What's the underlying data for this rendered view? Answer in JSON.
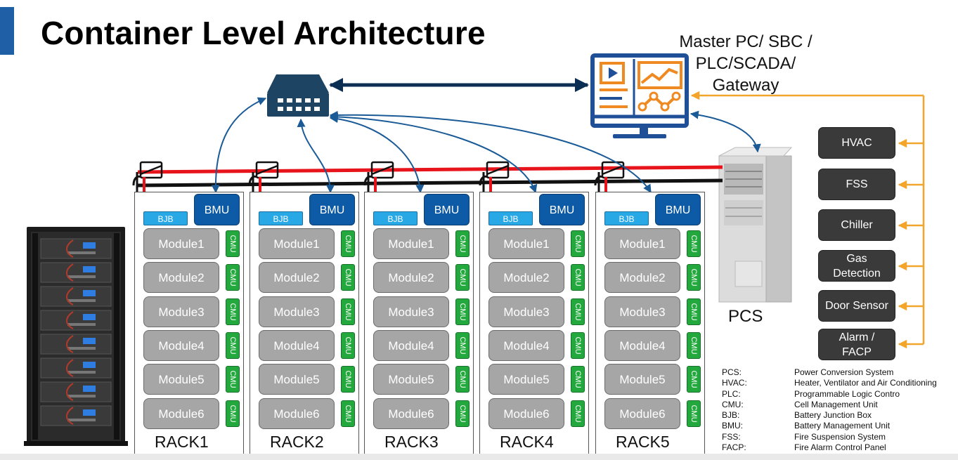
{
  "title": "Container Level Architecture",
  "master": {
    "lines": [
      "Master PC/ SBC /",
      "PLC/SCADA/",
      "Gateway"
    ]
  },
  "colors": {
    "accent": "#1f5fa6",
    "arrow": "#1a5a96",
    "power_pos": "#e8141b",
    "power_neg": "#111111",
    "aux_line": "#f2a52a",
    "bmu": "#0d5aa7",
    "bjb": "#29a8e6",
    "module": "#a6a6a6",
    "cmu": "#22a83c",
    "aux_box": "#3a3a3a"
  },
  "icons": [
    "network-switch-icon",
    "monitor-dashboard-icon",
    "battery-rack-image",
    "pcs-cabinet-image",
    "breaker-switch-icon"
  ],
  "racks": [
    {
      "label": "RACK1",
      "bjb": "BJB",
      "bmu": "BMU",
      "modules": [
        "Module1",
        "Module2",
        "Module3",
        "Module4",
        "Module5",
        "Module6"
      ],
      "cmu": "CMU"
    },
    {
      "label": "RACK2",
      "bjb": "BJB",
      "bmu": "BMU",
      "modules": [
        "Module1",
        "Module2",
        "Module3",
        "Module4",
        "Module5",
        "Module6"
      ],
      "cmu": "CMU"
    },
    {
      "label": "RACK3",
      "bjb": "BJB",
      "bmu": "BMU",
      "modules": [
        "Module1",
        "Module2",
        "Module3",
        "Module4",
        "Module5",
        "Module6"
      ],
      "cmu": "CMU"
    },
    {
      "label": "RACK4",
      "bjb": "BJB",
      "bmu": "BMU",
      "modules": [
        "Module1",
        "Module2",
        "Module3",
        "Module4",
        "Module5",
        "Module6"
      ],
      "cmu": "CMU"
    },
    {
      "label": "RACK5",
      "bjb": "BJB",
      "bmu": "BMU",
      "modules": [
        "Module1",
        "Module2",
        "Module3",
        "Module4",
        "Module5",
        "Module6"
      ],
      "cmu": "CMU"
    }
  ],
  "aux": [
    {
      "lines": [
        "HVAC"
      ]
    },
    {
      "lines": [
        "FSS"
      ]
    },
    {
      "lines": [
        "Chiller"
      ]
    },
    {
      "lines": [
        "Gas",
        "Detection"
      ]
    },
    {
      "lines": [
        "Door Sensor"
      ]
    },
    {
      "lines": [
        "Alarm /",
        "FACP"
      ]
    }
  ],
  "pcs_label": "PCS",
  "legend": [
    {
      "abbr": "PCS:",
      "def": "Power Conversion System"
    },
    {
      "abbr": "HVAC:",
      "def": " Heater, Ventilator and Air Conditioning"
    },
    {
      "abbr": "PLC:",
      "def": "Programmable Logic Contro"
    },
    {
      "abbr": "CMU:",
      "def": "Cell Management Unit"
    },
    {
      "abbr": "BJB:",
      "def": "Battery Junction Box"
    },
    {
      "abbr": "BMU:",
      "def": "Battery Management Unit"
    },
    {
      "abbr": "FSS:",
      "def": "Fire Suspension System"
    },
    {
      "abbr": "FACP:",
      "def": "Fire Alarm Control Panel"
    }
  ]
}
